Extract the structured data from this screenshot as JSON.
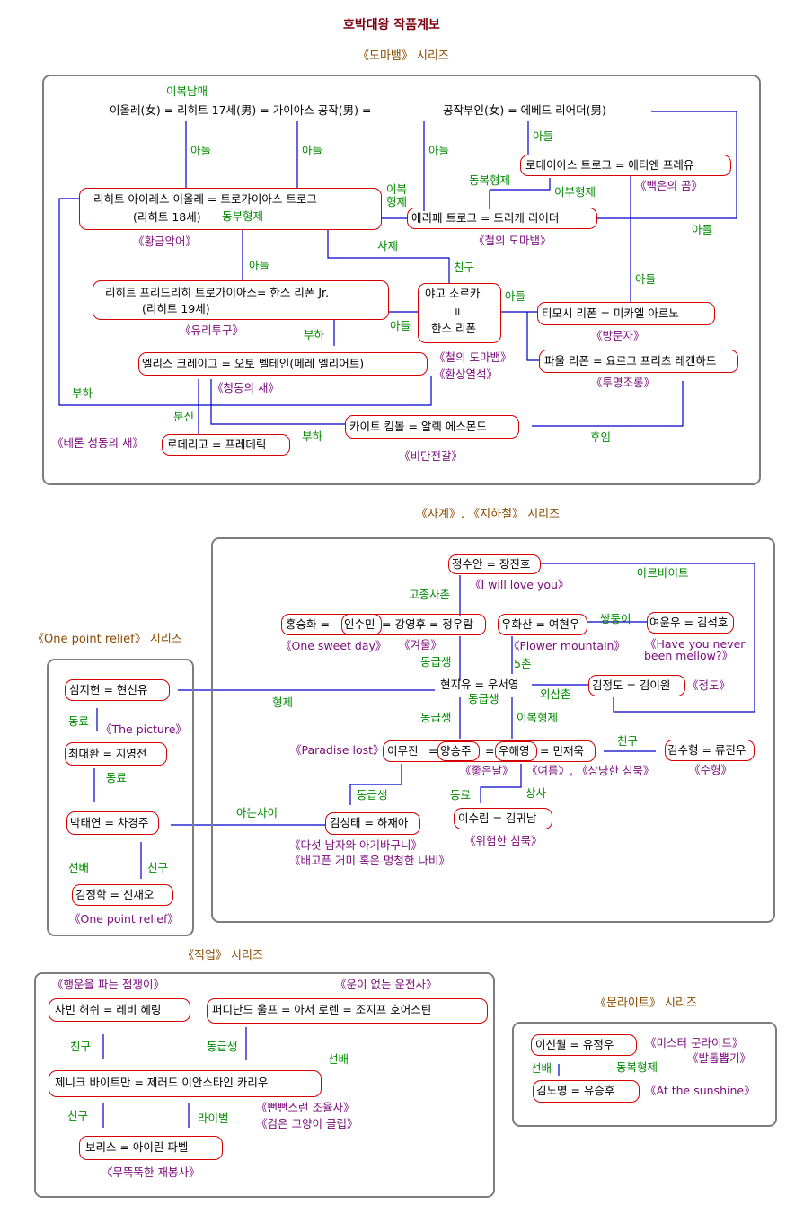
{
  "page_title": "호박대왕 작품계보",
  "colors": {
    "panel_border": "#7d7d7d",
    "node_border": "#d40000",
    "line": "#0000cc",
    "relation": "#008a00",
    "work": "#7a0a7a",
    "series": "#8a4a00",
    "title": "#7a0010"
  },
  "series": {
    "doma": "《도마뱀》 시리즈",
    "sage": "《사계》, 《지하철》 시리즈",
    "onepoint": "《One point relief》 시리즈",
    "jobs": "《직업》 시리즈",
    "moonlight": "《문라이트》 시리즈"
  },
  "doma": {
    "rel": {
      "ibok_nammae": "이복남매",
      "son1": "아들",
      "son2": "아들",
      "son3": "아들",
      "son4": "아들",
      "son5": "아들",
      "son6": "아들",
      "son7": "아들",
      "son8": "아들",
      "ibok": "이복",
      "hyungje": "형제",
      "dongbok": "동복형제",
      "ibu": "이부형제",
      "dongbu": "동부형제",
      "saje": "사제",
      "chingu": "친구",
      "buha1": "부하",
      "buha2": "부하",
      "buha3": "부하",
      "bunsin": "분신",
      "huim": "후임"
    },
    "nodes": {
      "top": "이올레(女) = 리히트 17세(男) = 가이아스 공작(男) =",
      "top2": "공작부인(女) = 에베드 리어더(男)",
      "roleias": "로데이아스 트로그 = 에티엔 프레유",
      "licht18_a": "리히트 아이레스 이올레 = 트로가이아스 트로그",
      "licht18_b": "(리히트 18세)",
      "elipe": "에리페 트로그 = 드리케 리어더",
      "licht19_a": "리히트 프리드리히 트로가이아스= 한스 리폰 Jr.",
      "licht19_b": "(리히트 19세)",
      "yago_a": "야고 소르카",
      "yago_eq": "॥",
      "yago_b": "한스 리폰",
      "timothy": "티모시 리폰 = 미카엘 아르노",
      "paul": "파울 리폰 = 요르그 프리츠 레겐하드",
      "ellis": "엘리스 크레이그 = 오토 벨테인(메레 엘리어트)",
      "kite": "카이트 킴볼 = 알렉 에스몬드",
      "rodrigo": "로데리고 = 프레데릭"
    },
    "works": {
      "baekeun": "《백은의 곰》",
      "hwanggeum": "《황금악어》",
      "cheol1": "《철의 도마뱀》",
      "yuritu": "《유리투구》",
      "bangmunja": "《방문자》",
      "cheol2": "《철의 도마뱀》",
      "hwansang": "《환상열석》",
      "tumyeong": "《투명조롱》",
      "cheongdong": "《청동의 새》",
      "teron": "《테론 청동의 새》",
      "bidan": "《비단전갈》"
    }
  },
  "sage": {
    "rel": {
      "gojong": "고종사촌",
      "arbeit": "아르바이트",
      "ssangdung": "쌍둥이",
      "donggeup1": "동급생",
      "ochon": "5촌",
      "hyungje": "형제",
      "donggeup2": "동급생",
      "oesamchon": "외삼촌",
      "donggeup3": "동급생",
      "ibok": "이복형제",
      "chingu": "친구",
      "donggeup4": "동급생",
      "donglyo": "동료",
      "sangsa": "상사",
      "aneun": "아는사이"
    },
    "nodes": {
      "jeong": "정수안 = 장진호",
      "hong_a": "홍승화 =",
      "hong_b": "인수민",
      "hong_c": "= 강영후 = 정우람",
      "woohwa": "우화산 = 여현우",
      "yeoyun": "여윤우 = 김석호",
      "hyunji": "현지유 = 우서영",
      "kimjd": "김정도 = 김이원",
      "lee_a": "이무진",
      "lee_eq1": "=",
      "lee_b": "양승주",
      "lee_eq2": "=",
      "lee_c": "우해영",
      "lee_d": "= 민재욱",
      "kimsh": "김수형 = 류진우",
      "kimst": "김성태 = 하재아",
      "leesr": "이수림 = 김귀남"
    },
    "works": {
      "iwill": "《I will love you》",
      "onesweet": "《One sweet day》",
      "winter": "《겨울》",
      "flower": "《Flower mountain》",
      "havenever1": "《Have you never",
      "havenever2": "been mellow?》",
      "jeongdo": "《정도》",
      "paradise": "《Paradise lost》",
      "spring": "《좋은날》",
      "summer": "《여름》, 《상냥한 침묵》",
      "suhyeong": "《수형》",
      "daseot": "《다섯 남자와 아기바구니》",
      "baegopeun": "《배고픈 거미 혹은 멍청한 나비》",
      "wiheom": "《위험한 침묵》"
    }
  },
  "onepoint": {
    "rel": {
      "donglyo1": "동료",
      "donglyo2": "동료",
      "seonbae": "선배",
      "chingu": "친구"
    },
    "nodes": {
      "sim": "심지헌 = 현선유",
      "choi": "최대환 = 지영전",
      "park": "박태연 = 차경주",
      "kim": "김정학 = 신재오"
    },
    "works": {
      "picture": "《The picture》",
      "onepoint": "《One point relief》"
    }
  },
  "jobs": {
    "rel": {
      "chingu1": "친구",
      "donggeup": "동급생",
      "seonbae": "선배",
      "chingu2": "친구",
      "rival": "라이벌"
    },
    "nodes": {
      "sabin": "사빈 허쉬 = 레비 헤링",
      "ferdinand": "퍼디난드 울프 = 아서 로렌 = 조지프 호어스틴",
      "jenik": "제니크 바이트만 = 제러드 이안스타인 카리우",
      "boris": "보리스 = 아이린 파벨"
    },
    "works": {
      "haengun": "《행운을 파는 점쟁이》",
      "uni": "《운이 없는 운전사》",
      "ppen": "《뻔뻔스런 조율사》",
      "geomeun": "《검은 고양이 클럽》",
      "muttuk": "《무뚝뚝한 재봉사》"
    }
  },
  "moonlight": {
    "rel": {
      "seonbae": "선배",
      "dongbok": "동복형제"
    },
    "nodes": {
      "lee": "이신월 = 유정우",
      "kim": "김노명 = 유승후"
    },
    "works": {
      "mister": "《미스터 문라이트》",
      "baltop": "《발톱뽑기》",
      "atthe": "《At the sunshine》"
    }
  }
}
